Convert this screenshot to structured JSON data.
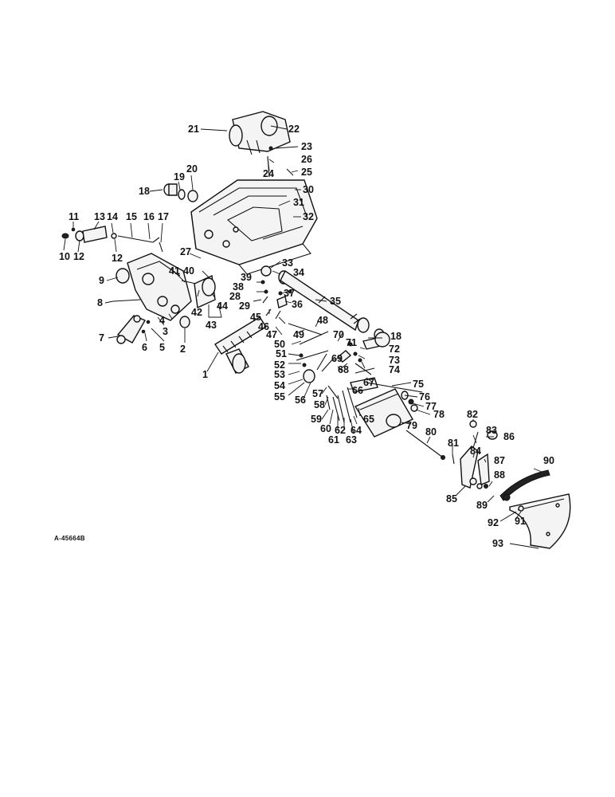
{
  "diagram": {
    "reference_code": "A-45664B",
    "callouts": [
      "1",
      "2",
      "3",
      "4",
      "5",
      "6",
      "7",
      "8",
      "9",
      "10",
      "11",
      "12",
      "13",
      "14",
      "15",
      "16",
      "17",
      "18",
      "19",
      "20",
      "21",
      "22",
      "23",
      "24",
      "25",
      "26",
      "27",
      "28",
      "29",
      "30",
      "31",
      "32",
      "33",
      "34",
      "35",
      "36",
      "37",
      "38",
      "39",
      "40",
      "41",
      "42",
      "43",
      "44",
      "45",
      "46",
      "47",
      "48",
      "49",
      "50",
      "51",
      "52",
      "53",
      "54",
      "55",
      "56",
      "57",
      "58",
      "59",
      "60",
      "61",
      "62",
      "63",
      "64",
      "65",
      "66",
      "67",
      "68",
      "69",
      "70",
      "71",
      "72",
      "73",
      "74",
      "75",
      "76",
      "77",
      "78",
      "79",
      "80",
      "81",
      "82",
      "83",
      "84",
      "85",
      "86",
      "87",
      "88",
      "89",
      "90",
      "91",
      "92",
      "93"
    ]
  }
}
